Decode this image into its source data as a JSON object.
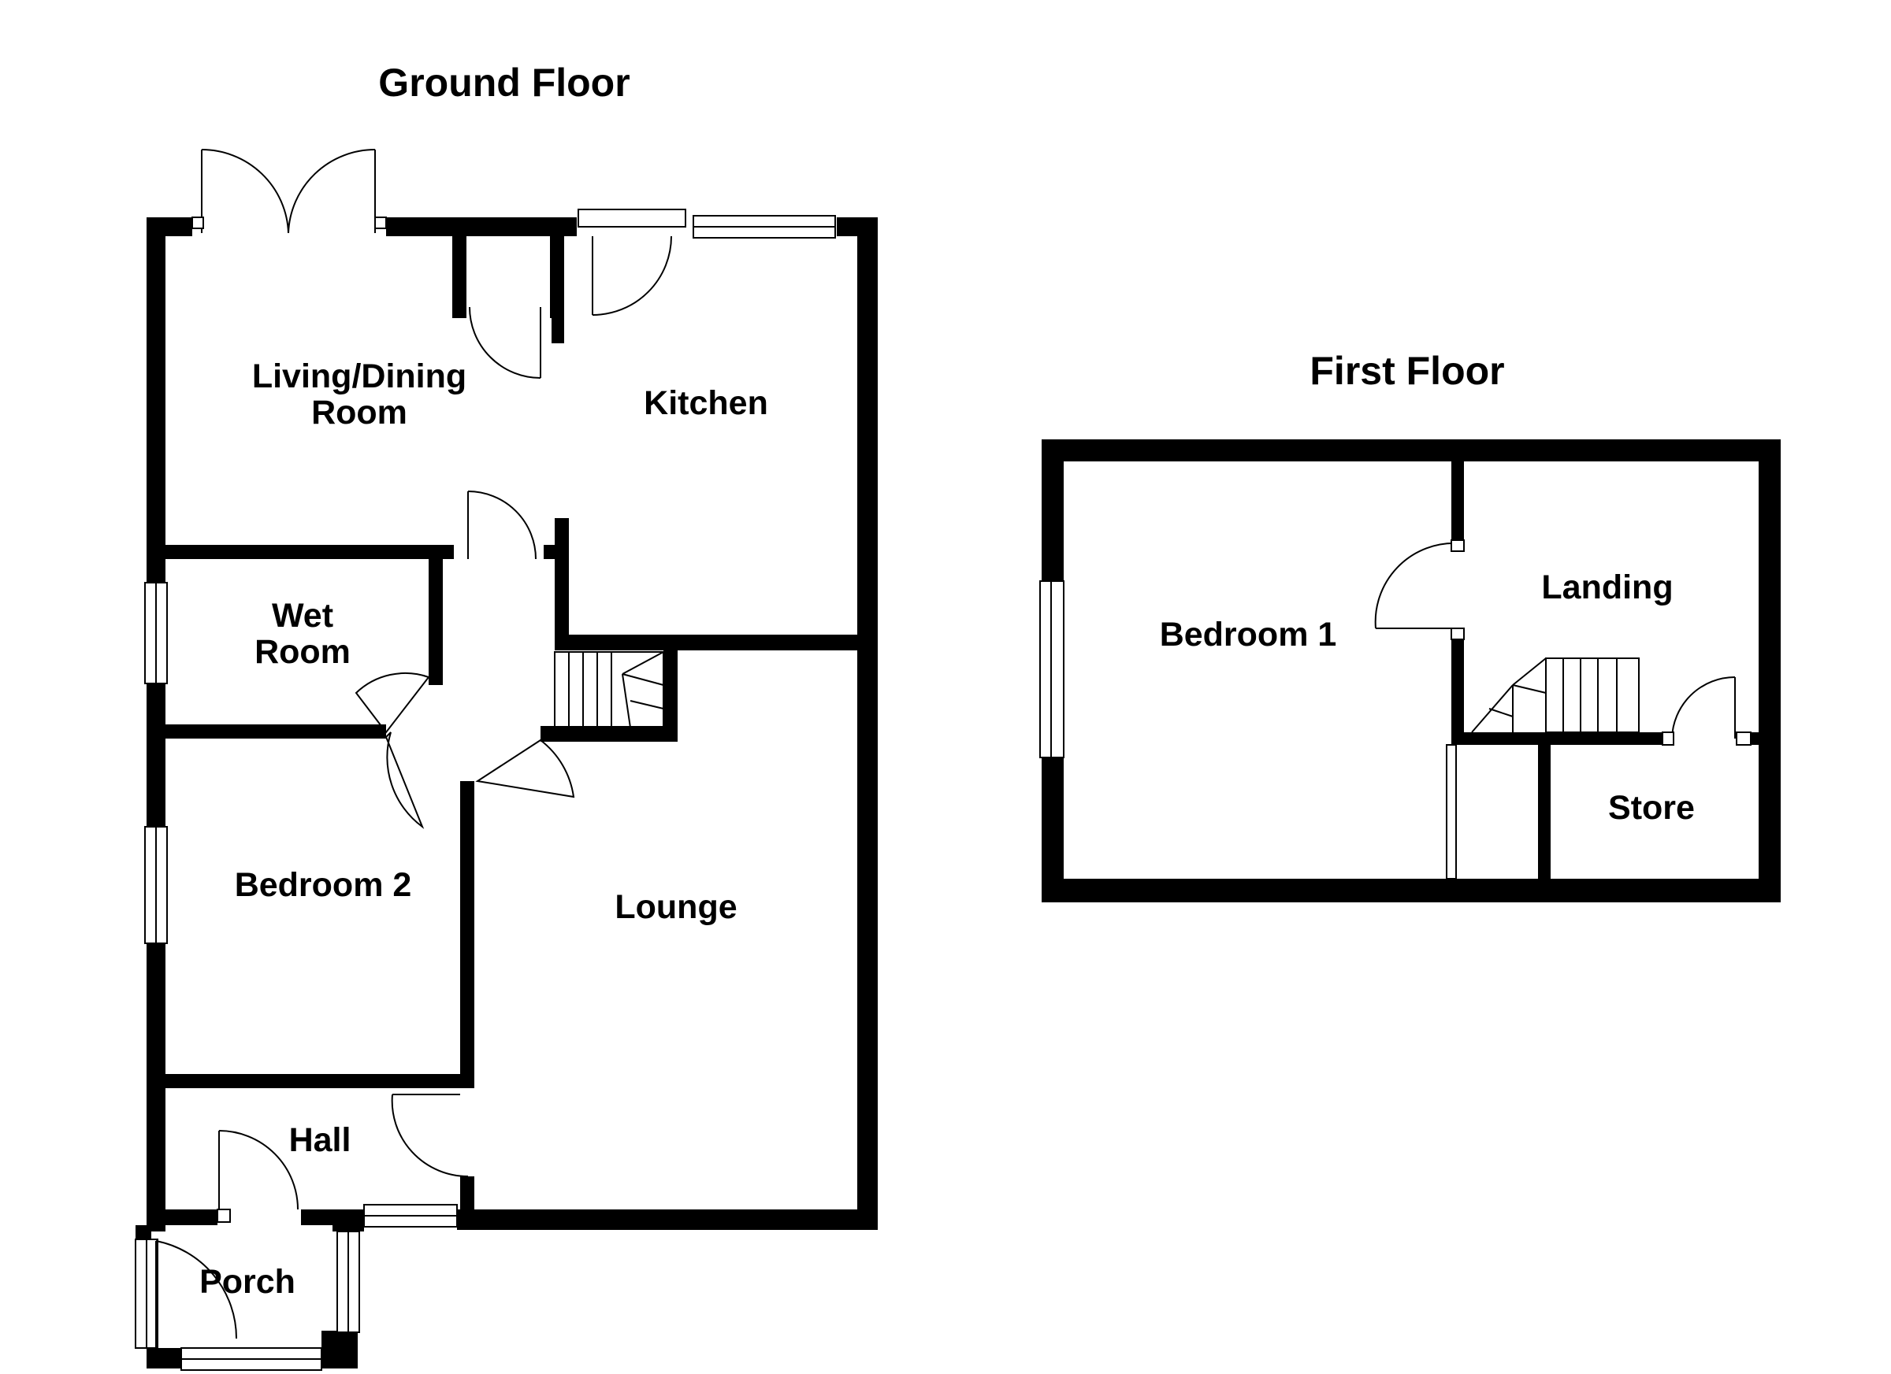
{
  "floors": {
    "ground": {
      "title": "Ground Floor",
      "rooms": {
        "living_line1": "Living/Dining",
        "living_line2": "Room",
        "kitchen": "Kitchen",
        "wet_line1": "Wet",
        "wet_line2": "Room",
        "bedroom2": "Bedroom 2",
        "lounge": "Lounge",
        "hall": "Hall",
        "porch": "Porch"
      }
    },
    "first": {
      "title": "First Floor",
      "rooms": {
        "bedroom1": "Bedroom 1",
        "landing": "Landing",
        "store": "Store"
      }
    }
  },
  "colors": {
    "wall": "#000000",
    "background": "#ffffff"
  }
}
